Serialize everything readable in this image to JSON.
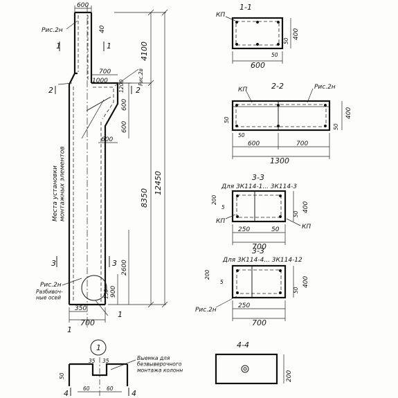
{
  "column": {
    "dims": {
      "top_width": "600",
      "d40": "40",
      "upper_height": "4100",
      "bracket_700": "700",
      "bracket_1000": "1000",
      "d1200": "1200",
      "d600a": "600",
      "d600b": "600",
      "d600c": "600",
      "lower_height": "8350",
      "total_height": "12450",
      "d2600": "2600",
      "d900": "900",
      "d350": "350",
      "d150": "150",
      "bottom_width": "700"
    },
    "labels": {
      "ris_top": "Рис.2н",
      "ris_bracket": "Рис.2в",
      "ris_bottom": "Рис.2н",
      "axis_mark": "Разбивоч-\nные осей",
      "vertical_note": "Места установки\nмонтажных элементов"
    },
    "section_marks": [
      "1",
      "1",
      "2",
      "2",
      "3",
      "3",
      "1",
      "1"
    ]
  },
  "sections": {
    "s11": {
      "title": "1-1",
      "kp": "КП",
      "d400": "400",
      "d50a": "50",
      "d50b": "50",
      "d600": "600"
    },
    "s22": {
      "title": "2-2",
      "kp": "КП",
      "ris": "Рис.2н",
      "d50": "50",
      "d400": "400",
      "d50b": "50",
      "d50c": "50",
      "d600": "600",
      "d700": "700",
      "d1300": "1300"
    },
    "s33a": {
      "title": "3-3",
      "subtitle": "Для 3К114-1... 3К114-3",
      "kp_left": "КП",
      "kp_right": "КП",
      "d200": "200",
      "d5": "5",
      "d400": "400",
      "d50": "50",
      "d250": "250",
      "d50b": "50",
      "d700": "700"
    },
    "s33b": {
      "title": "3-3",
      "subtitle": "Для 3К114-4... 3К114-12",
      "ris": "Рис.2н",
      "d200": "200",
      "d5": "5",
      "d400": "400",
      "d50": "50",
      "d250": "250",
      "d700": "700"
    },
    "s44": {
      "title": "4-4",
      "d200": "200"
    }
  },
  "detail": {
    "number": "1",
    "note": "Выемка для\nбезвыверочного\nмонтажа колонн",
    "d35a": "35",
    "d35b": "35",
    "d50": "50",
    "d60a": "60",
    "d60b": "60",
    "mark4a": "4",
    "mark4b": "4"
  }
}
